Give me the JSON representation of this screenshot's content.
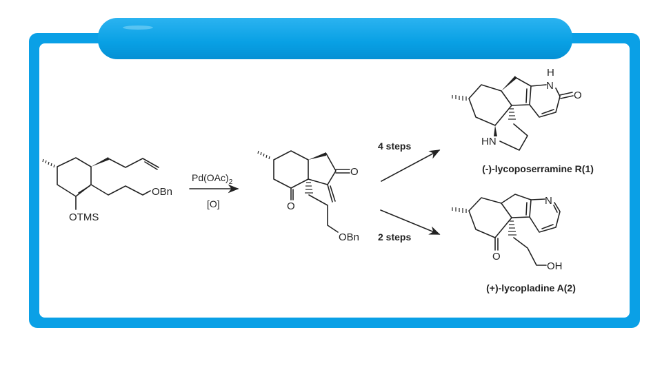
{
  "frame": {
    "color": "#0aa0e6"
  },
  "reactant": {
    "otms": "OTMS",
    "obn": "OBn"
  },
  "conditions": {
    "reagent": "Pd(OAc)",
    "reagent_sub": "2",
    "oxidant": "[O]"
  },
  "intermediate": {
    "obn": "OBn"
  },
  "routes": {
    "upper": "4 steps",
    "lower": "2 steps"
  },
  "product1": {
    "h": "H",
    "n": "N",
    "o": "O",
    "hn": "HN",
    "name": "(-)-lycoposerramine R(1)"
  },
  "product2": {
    "n": "N",
    "o": "O",
    "oh": "OH",
    "name": "(+)-lycopladine A(2)"
  }
}
